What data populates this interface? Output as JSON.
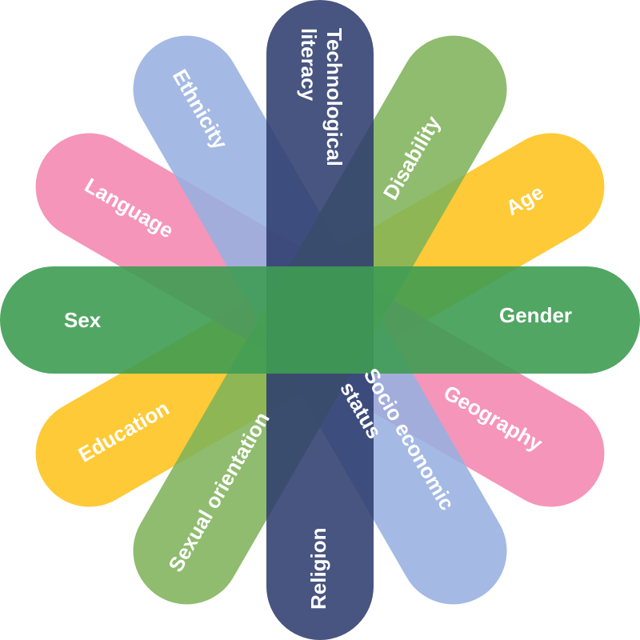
{
  "petals": [
    {
      "id": "yellow",
      "color": "#FFC72C",
      "opacity": 0.95,
      "labels": [
        "Age",
        "Education"
      ]
    },
    {
      "id": "pink",
      "color": "#F48FB6",
      "opacity": 0.95,
      "labels": [
        "Language",
        "Geography"
      ]
    },
    {
      "id": "light-blue",
      "color": "#97B0E0",
      "opacity": 0.88,
      "labels": [
        "Ethnicity",
        "Socio economic status"
      ]
    },
    {
      "id": "light-green",
      "color": "#7FB35A",
      "opacity": 0.88,
      "labels": [
        "Disability",
        "Sexual orientation"
      ]
    },
    {
      "id": "navy",
      "color": "#2F3E6E",
      "opacity": 0.88,
      "labels": [
        "Technological literacy",
        "Religion"
      ]
    },
    {
      "id": "green",
      "color": "#3E9C52",
      "opacity": 0.9,
      "labels": [
        "Sex",
        "Gender"
      ]
    }
  ],
  "labels": {
    "technological_line1": "Technological",
    "technological_line2": "literacy",
    "disability": "Disability",
    "age": "Age",
    "gender": "Gender",
    "geography": "Geography",
    "socio_line1": "Socio economic",
    "socio_line2": "status",
    "religion": "Religion",
    "sexual_orientation": "Sexual orientation",
    "education": "Education",
    "sex": "Sex",
    "language": "Language",
    "ethnicity": "Ethnicity"
  }
}
